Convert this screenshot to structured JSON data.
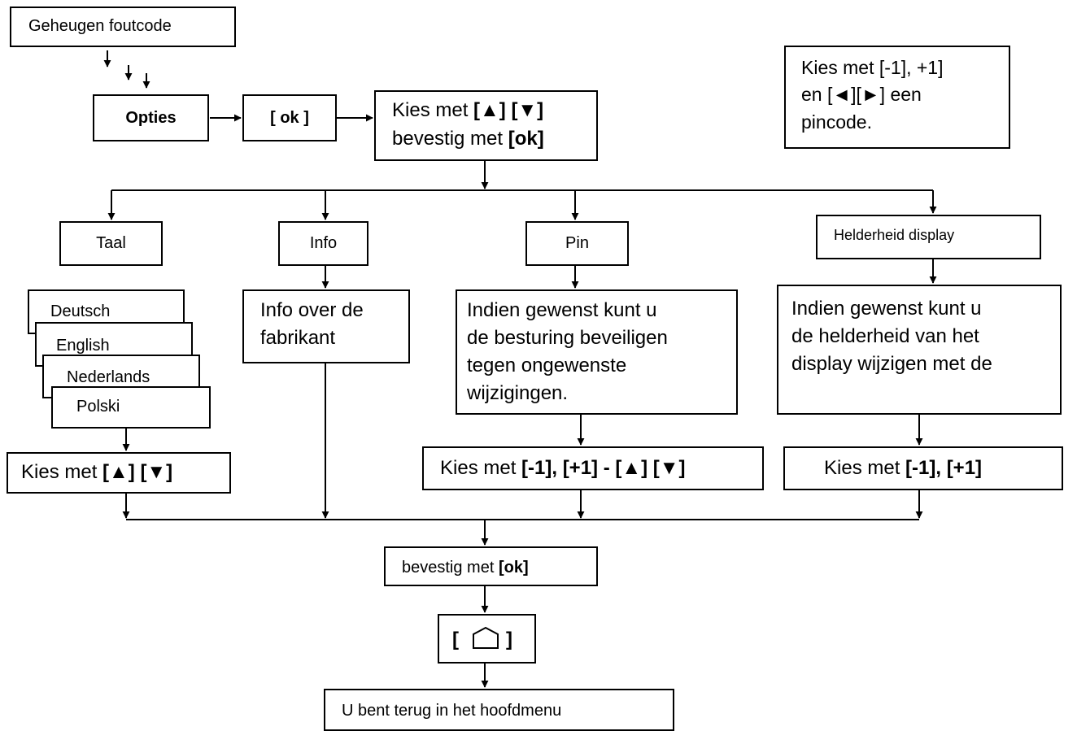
{
  "top_box": {
    "text": "Geheugen foutcode"
  },
  "opties": {
    "text": "Opties"
  },
  "ok_button": {
    "text": "[ ok ]"
  },
  "select_box": {
    "line1_prefix": "Kies met ",
    "line1_bold": "[▲] [▼]",
    "line2_prefix": "bevestig met ",
    "line2_bold": "[ok]"
  },
  "note_box": {
    "line1": "Kies met [-1], +1]",
    "line2": "en [◄][►] een",
    "line3": "pincode."
  },
  "taal": {
    "label": "Taal",
    "languages": [
      "Deutsch",
      "English",
      "Nederlands",
      "Polski"
    ],
    "select_prefix": "Kies met ",
    "select_bold": "[▲] [▼]"
  },
  "info": {
    "label": "Info",
    "desc_line1": "Info over de",
    "desc_line2": "fabrikant"
  },
  "pin": {
    "label": "Pin",
    "desc_line1": "Indien gewenst kunt u",
    "desc_line2": "de besturing beveiligen",
    "desc_line3": "tegen ongewenste",
    "desc_line4": "wijzigingen.",
    "select_prefix": "Kies met ",
    "select_bold": "[-1], [+1] - [▲] [▼]"
  },
  "helderheid": {
    "label": "Helderheid display",
    "desc_line1": "Indien gewenst kunt u",
    "desc_line2": "de helderheid van het",
    "desc_line3": "display wijzigen met de",
    "select_prefix": "Kies met ",
    "select_bold": "[-1], [+1]"
  },
  "confirm": {
    "prefix": "bevestig met ",
    "bold": "[ok]"
  },
  "home_button": {
    "left": "[",
    "right": "]",
    "icon": "home-icon"
  },
  "back_text": {
    "text": "U bent terug in het hoofdmenu"
  }
}
